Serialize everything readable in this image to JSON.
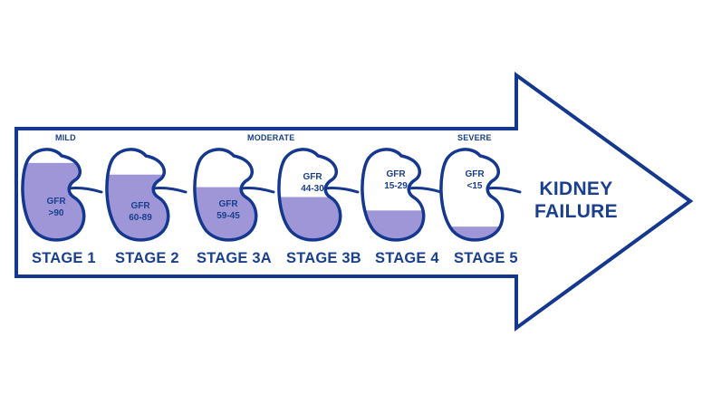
{
  "colors": {
    "outline": "#14378f",
    "label": "#1a3f8f",
    "fill": "#9e96d6",
    "background": "#ffffff"
  },
  "severity": {
    "mild": "MILD",
    "moderate": "MODERATE",
    "severe": "SEVERE"
  },
  "stages": [
    {
      "label": "STAGE 1",
      "gfr_line1": "GFR",
      "gfr_line2": ">90",
      "fill_fraction": 0.85
    },
    {
      "label": "STAGE 2",
      "gfr_line1": "GFR",
      "gfr_line2": "60-89",
      "fill_fraction": 0.72
    },
    {
      "label": "STAGE 3A",
      "gfr_line1": "GFR",
      "gfr_line2": "59-45",
      "fill_fraction": 0.58
    },
    {
      "label": "STAGE 3B",
      "gfr_line1": "GFR",
      "gfr_line2": "44-30",
      "fill_fraction": 0.47
    },
    {
      "label": "STAGE 4",
      "gfr_line1": "GFR",
      "gfr_line2": "15-29",
      "fill_fraction": 0.32
    },
    {
      "label": "STAGE 5",
      "gfr_line1": "GFR",
      "gfr_line2": "<15",
      "fill_fraction": 0.14
    }
  ],
  "endpoint": {
    "line1": "KIDNEY",
    "line2": "FAILURE"
  }
}
